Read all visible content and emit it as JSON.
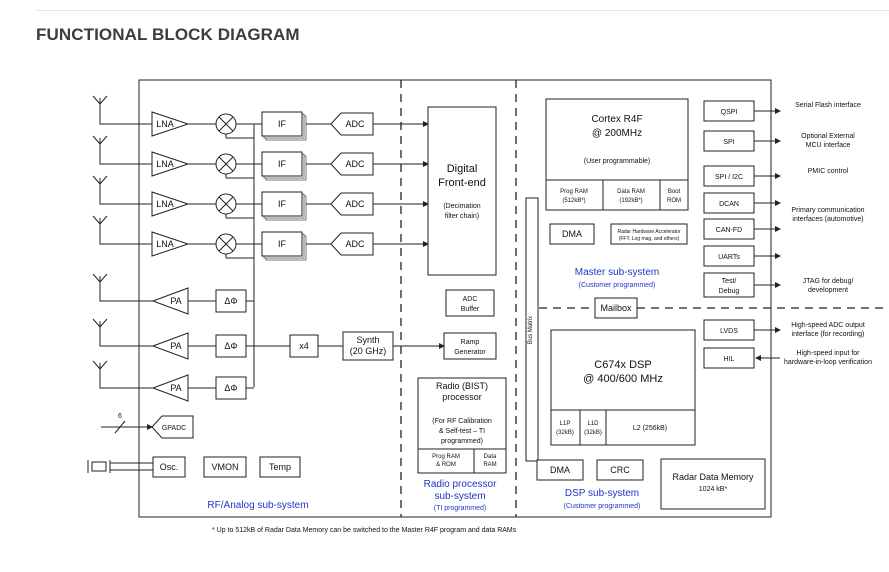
{
  "page": {
    "heading": "FUNCTIONAL BLOCK DIAGRAM"
  },
  "rf": {
    "lna": "LNA",
    "if": "IF",
    "adc": "ADC",
    "pa": "PA",
    "dphi": "ΔΦ",
    "x4": "x4",
    "synth_1": "Synth",
    "synth_2": "(20 GHz)",
    "gpadc": "GPADC",
    "gpadc_bus": "6",
    "osc": "Osc.",
    "vmon": "VMON",
    "temp": "Temp",
    "subsystem": "RF/Analog sub-system"
  },
  "dfe": {
    "line1": "Digital",
    "line2": "Front-end",
    "line3": "(Decimation",
    "line4": "filter chain)"
  },
  "radio": {
    "adc_buffer_1": "ADC",
    "adc_buffer_2": "Buffer",
    "ramp_1": "Ramp",
    "ramp_2": "Generator",
    "bist_1": "Radio (BIST)",
    "bist_2": "processor",
    "bist_3": "(For RF Calibration",
    "bist_4": "& Self-test – TI",
    "bist_5": "programmed)",
    "program_1": "Prog RAM",
    "program_2": "& ROM",
    "dataram_1": "Data",
    "dataram_2": "RAM",
    "sub_1": "Radio processor",
    "sub_2": "sub-system",
    "sub_3": "(TI programmed)"
  },
  "bus_matrix": "Bus Matrix",
  "master": {
    "cortex_1": "Cortex R4F",
    "cortex_2": "@ 200MHz",
    "cortex_3": "(User programmable)",
    "program_1": "Prog RAM",
    "program_2": "(512kB*)",
    "dataram_1": "Data RAM",
    "dataram_2": "(192kB*)",
    "bootrom_1": "Boot",
    "bootrom_2": "ROM",
    "dma": "DMA",
    "hwa_1": "Radar Hardware Accelerator",
    "hwa_2": "(FFT, Log mag, and others)",
    "sub_1": "Master sub-system",
    "sub_2": "(Customer programmed)"
  },
  "mailbox": "Mailbox",
  "dsp": {
    "core_1": "C674x DSP",
    "core_2": "@ 400/600 MHz",
    "l1p_1": "L1P",
    "l1p_2": "(32kB)",
    "l1d_1": "L1D",
    "l1d_2": "(32kB)",
    "l2": "L2 (256kB)",
    "dma": "DMA",
    "crc": "CRC",
    "sub_1": "DSP sub-system",
    "sub_2": "(Customer programmed)"
  },
  "rdm": {
    "line1": "Radar Data Memory",
    "line2": "1024 kB*"
  },
  "peripherals": {
    "qspi": "QSPI",
    "spi": "SPI",
    "spi_i2c": "SPI / I2C",
    "dcan": "DCAN",
    "canfd": "CAN-FD",
    "uarts": "UARTs",
    "test_1": "Test/",
    "test_2": "Debug",
    "lvds": "LVDS",
    "hil": "HIL"
  },
  "interfaces": {
    "serial_flash": "Serial Flash interface",
    "opt_ext_1": "Optional External",
    "opt_ext_2": "MCU interface",
    "pmic": "PMIC control",
    "primary_1": "Primary communication",
    "primary_2": "interfaces (automotive)",
    "jtag_1": "JTAG for debug/",
    "jtag_2": "development",
    "hs_adc_1": "High-speed ADC output",
    "hs_adc_2": "interface (for recording)",
    "hs_in_1": "High-speed input for",
    "hs_in_2": "hardware-in-loop verification"
  },
  "footnote": "* Up to 512kB of Radar Data Memory can be switched to the Master R4F program and data RAMs"
}
